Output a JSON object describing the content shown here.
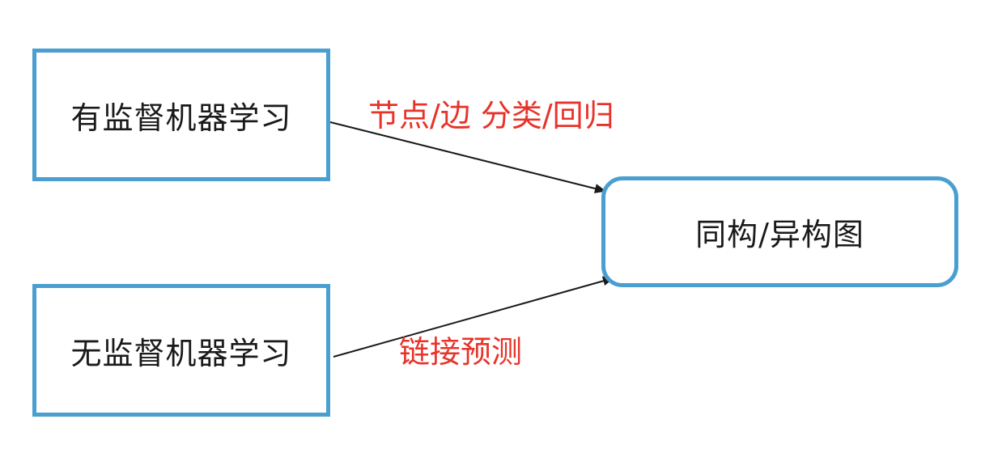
{
  "nodes": {
    "supervised": "有监督机器学习",
    "unsupervised": "无监督机器学习",
    "graph": "同构/异构图"
  },
  "edges": {
    "supervised_to_graph": "节点/边 分类/回归",
    "unsupervised_to_graph": "链接预测"
  },
  "colors": {
    "box_border": "#4a9fd0",
    "edge_label": "#e8332a",
    "arrow": "#1a1a1a"
  }
}
